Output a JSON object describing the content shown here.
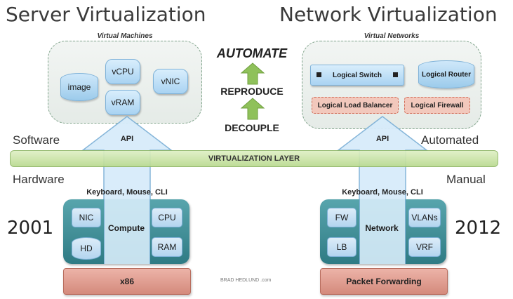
{
  "titles": {
    "left": "Server Virtualization",
    "right": "Network Virtualization"
  },
  "left_cloud": {
    "caption": "Virtual Machines",
    "items": {
      "image": "image",
      "vcpu": "vCPU",
      "vram": "vRAM",
      "vnic": "vNIC"
    }
  },
  "right_cloud": {
    "caption": "Virtual Networks",
    "items": {
      "switch": "Logical Switch",
      "router": "Logical Router",
      "lb": "Logical Load Balancer",
      "fw": "Logical Firewall"
    }
  },
  "steps": {
    "automate": "AUTOMATE",
    "reproduce": "REPRODUCE",
    "decouple": "DECOUPLE"
  },
  "sides": {
    "software": "Software",
    "hardware": "Hardware",
    "automated": "Automated",
    "manual": "Manual"
  },
  "api": {
    "left": "API",
    "right": "API"
  },
  "layer": "VIRTUALIZATION LAYER",
  "interfaces": {
    "left": "Keyboard, Mouse, CLI",
    "right": "Keyboard, Mouse, CLI"
  },
  "years": {
    "left": "2001",
    "right": "2012"
  },
  "compute": {
    "center": "Compute",
    "nic": "NIC",
    "cpu": "CPU",
    "hd": "HD",
    "ram": "RAM",
    "base": "x86"
  },
  "network": {
    "center": "Network",
    "fw": "FW",
    "vlans": "VLANs",
    "lb": "LB",
    "vrf": "VRF",
    "base": "Packet Forwarding"
  },
  "credit": "BRAD HEDLUND .com",
  "colors": {
    "cloud_border": "#7fa38a",
    "layer": "#b9da8f",
    "hardware": "#2f7b84",
    "base": "#d48a7c",
    "logical_service": "#f2c8bc",
    "arrow": "#8fc15a",
    "api_arrow": "#cfe8f8"
  }
}
